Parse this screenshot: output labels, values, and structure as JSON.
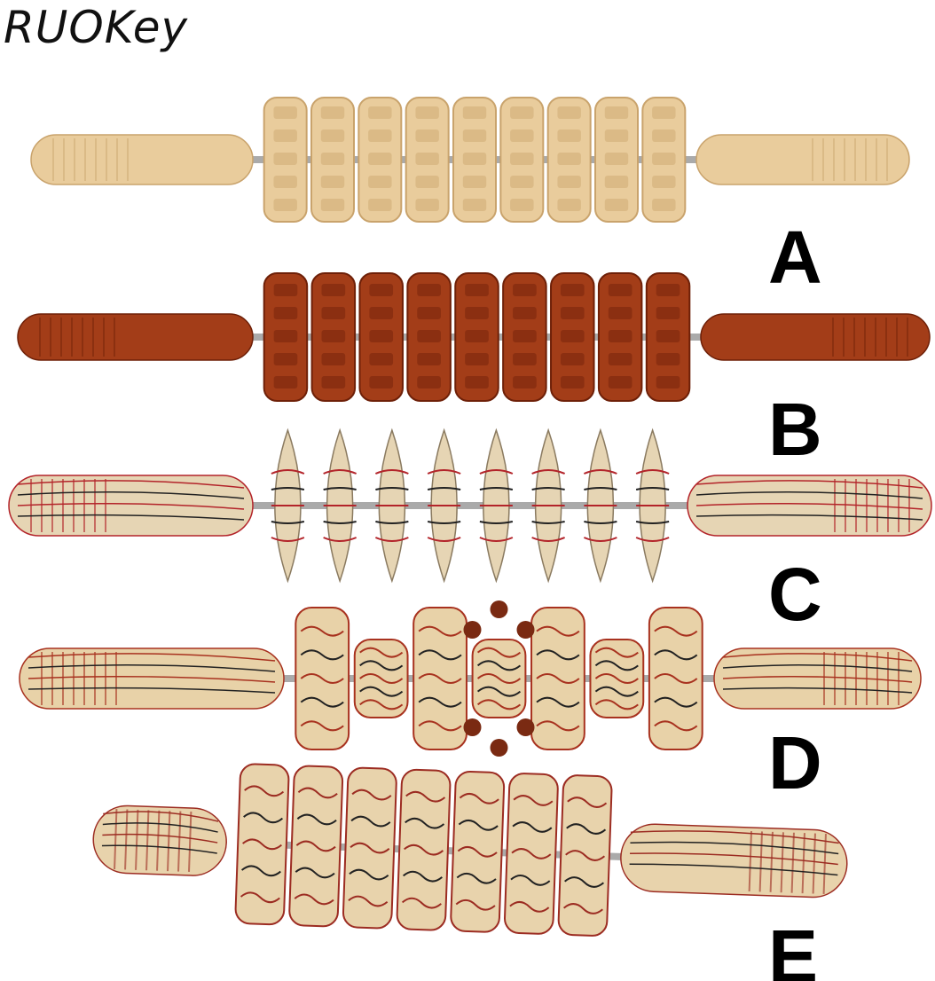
{
  "brand": "RUOKey",
  "products": [
    {
      "label": "A",
      "color": "#e9cc9c",
      "shade": "#c9a36c",
      "wheels": 9,
      "style": "toothed"
    },
    {
      "label": "B",
      "color": "#a33d18",
      "shade": "#6e2008",
      "wheels": 9,
      "style": "toothed"
    },
    {
      "label": "C",
      "color": "#e6d5b4",
      "shade": "#b3242a",
      "wheels": 8,
      "style": "disc"
    },
    {
      "label": "D",
      "color": "#e8d2a8",
      "shade": "#a8321f",
      "wheels": 7,
      "style": "mixed"
    },
    {
      "label": "E",
      "color": "#e8d3ac",
      "shade": "#9c2c22",
      "wheels": 7,
      "style": "wavy"
    }
  ]
}
